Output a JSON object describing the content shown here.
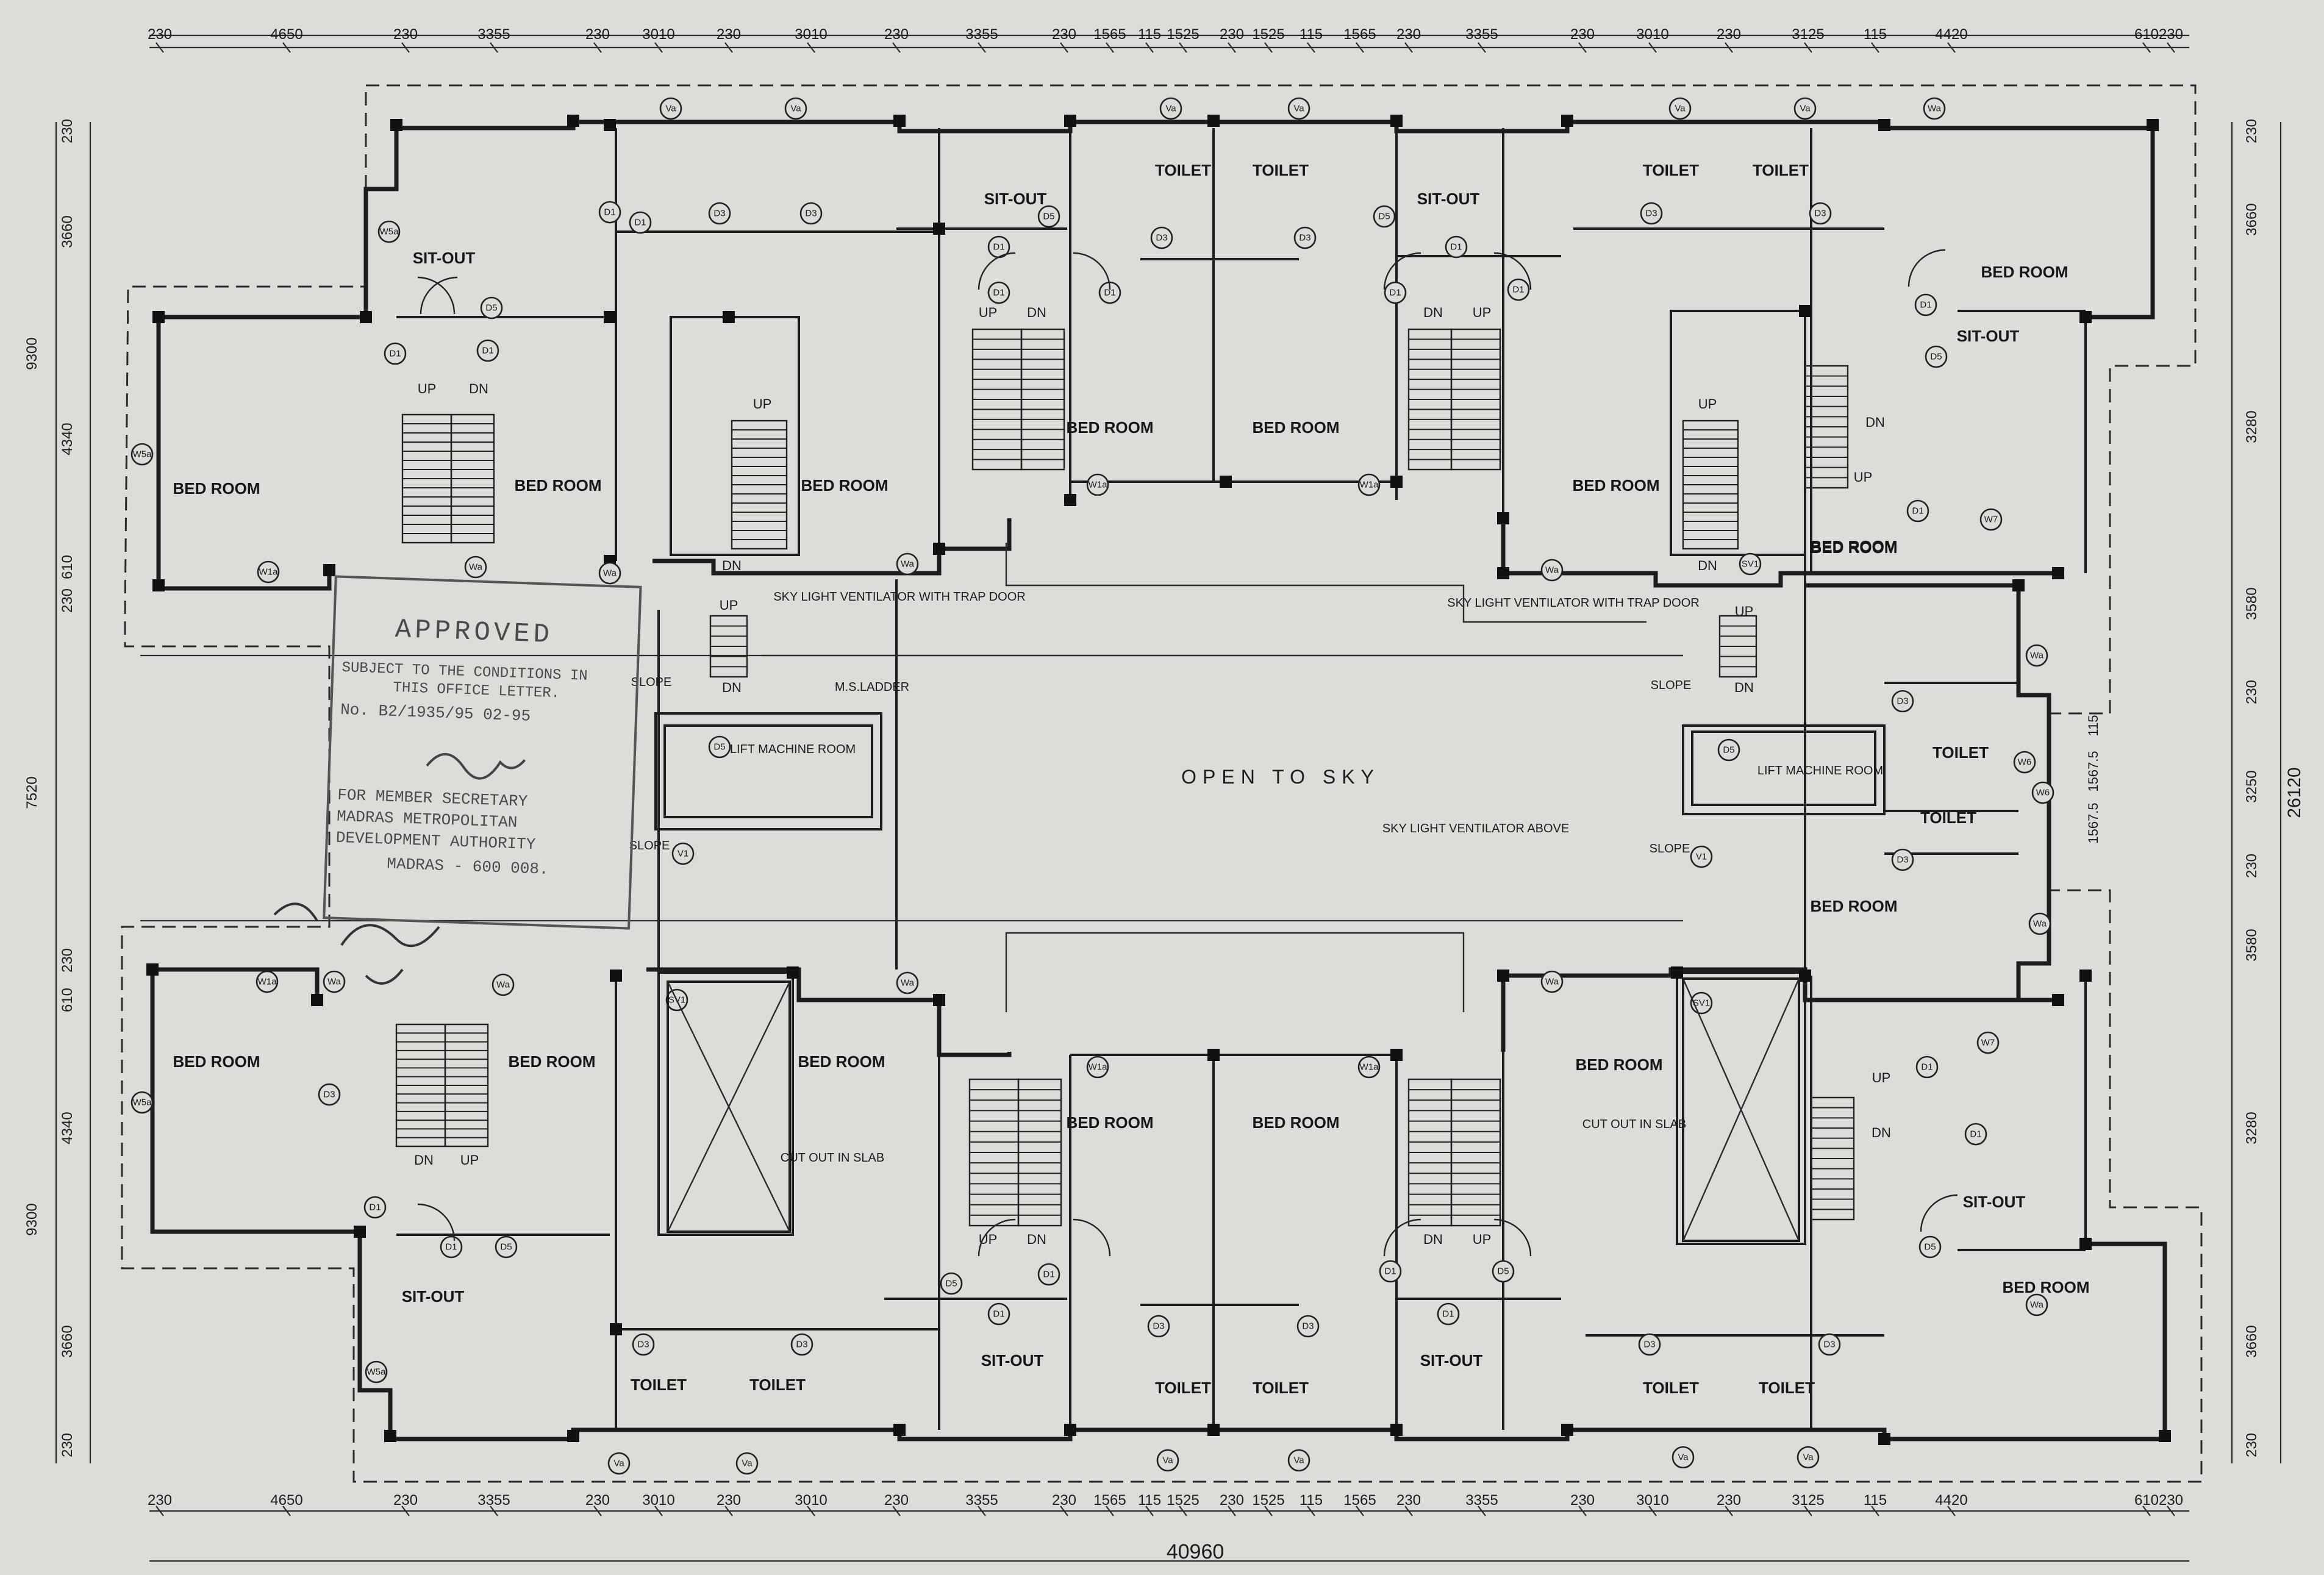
{
  "drawing": {
    "overall_width": "40960",
    "overall_height": "26120",
    "center_label": "OPEN TO SKY"
  },
  "room_labels": [
    "BED ROOM",
    "SIT-OUT",
    "TOILET",
    "LIFT MACHINE ROOM",
    "CUT OUT IN SLAB",
    "SKY LIGHT VENTILATOR WITH TRAP DOOR",
    "SKY LIGHT VENTILATOR ABOVE",
    "M.S.LADDER",
    "SLOPE",
    "UP",
    "DN"
  ],
  "door_window_tags": [
    "D1",
    "D3",
    "D5",
    "W6",
    "W1a",
    "W5a",
    "Wa",
    "Va",
    "SV1",
    "V1",
    "W7"
  ],
  "top_dimensions": [
    "230",
    "4650",
    "230",
    "3355",
    "230",
    "3010",
    "230",
    "3010",
    "230",
    "3355",
    "230",
    "1565",
    "115",
    "1525",
    "230",
    "1525",
    "115",
    "1565",
    "230",
    "3355",
    "230",
    "3010",
    "230",
    "3125",
    "115",
    "4420",
    "610",
    "230"
  ],
  "bottom_dimensions": [
    "230",
    "4650",
    "230",
    "3355",
    "230",
    "3010",
    "230",
    "3010",
    "230",
    "3355",
    "230",
    "1565",
    "115",
    "1525",
    "230",
    "1525",
    "115",
    "1565",
    "230",
    "3355",
    "230",
    "3010",
    "230",
    "3125",
    "115",
    "4420",
    "610",
    "230"
  ],
  "left_dimensions": [
    "230",
    "3660",
    "9300",
    "4340",
    "610",
    "230",
    "7520",
    "230",
    "610",
    "4340",
    "9300",
    "3660",
    "230"
  ],
  "right_dimensions": [
    "230",
    "3660",
    "3280",
    "3580",
    "230",
    "3250",
    "230",
    "3580",
    "3280",
    "3660",
    "230",
    "26120",
    "1567.5",
    "1567.5",
    "115"
  ],
  "stamp": {
    "line1": "APPROVED",
    "line2": "SUBJECT TO THE CONDITIONS IN",
    "line3": "THIS OFFICE LETTER.",
    "line4": "No. B2/1935/95   02-95",
    "line5": "FOR MEMBER SECRETARY",
    "line6": "MADRAS METROPOLITAN",
    "line7": "DEVELOPMENT AUTHORITY",
    "line8": "MADRAS - 600 008."
  },
  "colors": {
    "paper": "#dcdcd8",
    "ink": "#1d1d1d"
  }
}
